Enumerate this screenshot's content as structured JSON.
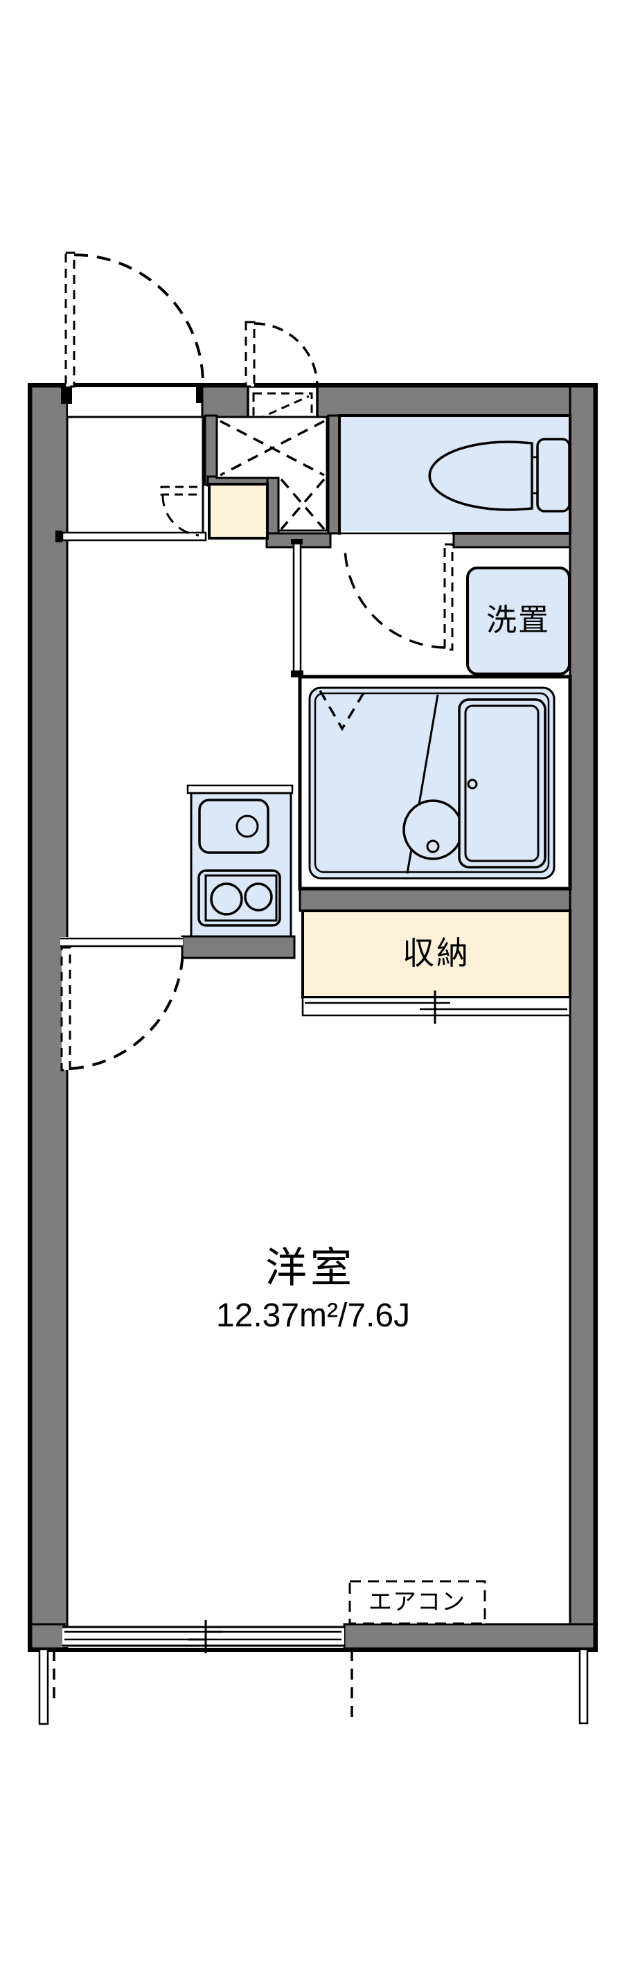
{
  "labels": {
    "room": "洋室",
    "room_area": "12.37m²/7.6J",
    "closet": "収納",
    "washer_space": "洗置",
    "aircon": "エアコン"
  },
  "colors": {
    "paper": "#ffffff",
    "line": "#000000",
    "wall_fill": "#7e7e7e",
    "water_fill": "#dbe8f8",
    "storage_fill": "#fcf0d7"
  }
}
